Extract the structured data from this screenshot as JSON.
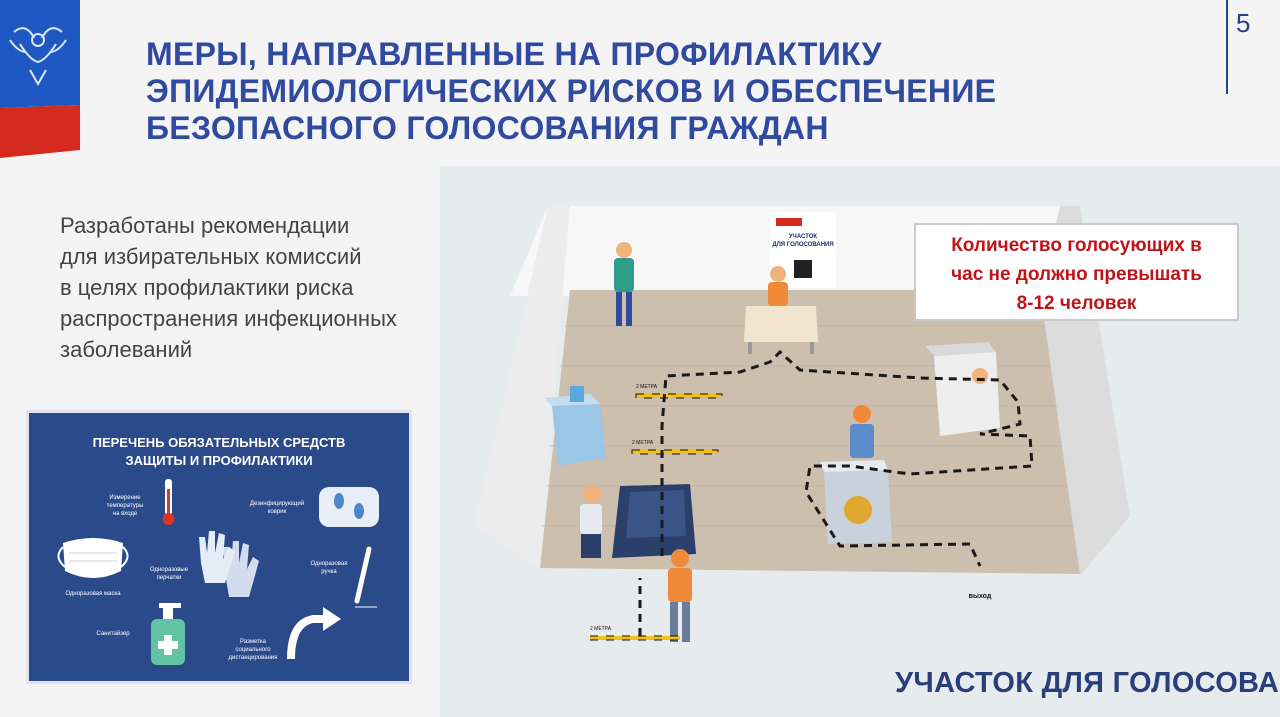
{
  "slide": {
    "page_number": "5",
    "title_lines": [
      "МЕРЫ, НАПРАВЛЕННЫЕ НА ПРОФИЛАКТИКУ",
      "ЭПИДЕМИОЛОГИЧЕСКИХ РИСКОВ И ОБЕСПЕЧЕНИЕ",
      "БЕЗОПАСНОГО ГОЛОСОВАНИЯ ГРАЖДАН"
    ],
    "intro_lines": [
      "Разработаны рекомендации",
      "для избирательных комиссий",
      "в целях профилактики риска",
      "распространения инфекционных",
      "заболеваний"
    ]
  },
  "poster": {
    "heading_lines": [
      "ПЕРЕЧЕНЬ ОБЯЗАТЕЛЬНЫХ СРЕДСТВ",
      "ЗАЩИТЫ И ПРОФИЛАКТИКИ"
    ],
    "items": {
      "thermometer": [
        "Измерение",
        "температуры",
        "на входе"
      ],
      "mat": [
        "Дезинфицирующий",
        "коврик"
      ],
      "mask": [
        "Одноразовая маска"
      ],
      "gloves": [
        "Одноразовые",
        "перчатки"
      ],
      "pen": [
        "Одноразовая",
        "ручка"
      ],
      "sanitizer": [
        "Санитайзер"
      ],
      "marking": [
        "Разметка",
        "социального",
        "дистанцирования"
      ]
    }
  },
  "scene": {
    "notice_lines": [
      "Количество голосующих в",
      "час не должно превышать",
      "8-12 человек"
    ],
    "banner_lines": [
      "УЧАСТОК",
      "ДЛЯ ГОЛОСОВАНИЯ"
    ],
    "distance_label": "2 МЕТРА",
    "exit_label": "выход",
    "caption": "УЧАСТОК ДЛЯ ГОЛОСОВАНИЯ"
  },
  "colors": {
    "title_blue": "#2f4a9e",
    "flag_blue": "#1f57c3",
    "flag_red": "#d52b1e",
    "poster_bg": "#2b4a8a",
    "notice_red": "#c0141b"
  }
}
